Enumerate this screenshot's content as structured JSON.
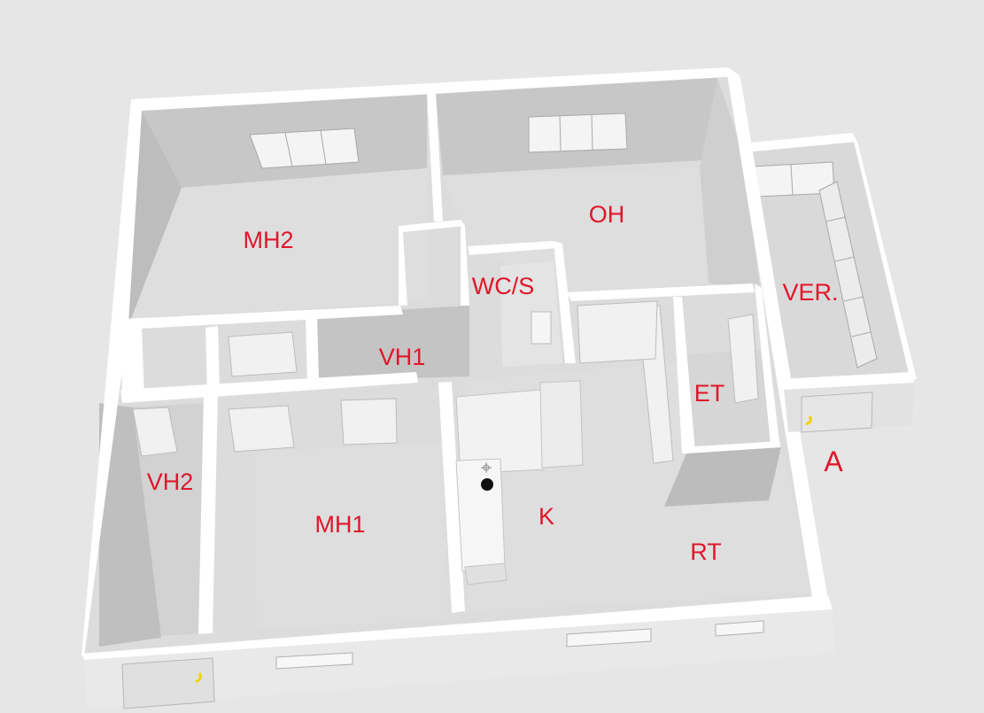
{
  "plan": {
    "rooms": [
      {
        "id": "mh2",
        "label": "MH2"
      },
      {
        "id": "oh",
        "label": "OH"
      },
      {
        "id": "wcs",
        "label": "WC/S"
      },
      {
        "id": "vh1",
        "label": "VH1"
      },
      {
        "id": "ver",
        "label": "VER."
      },
      {
        "id": "et",
        "label": "ET"
      },
      {
        "id": "a",
        "label": "A"
      },
      {
        "id": "vh2",
        "label": "VH2"
      },
      {
        "id": "mh1",
        "label": "MH1"
      },
      {
        "id": "k",
        "label": "K"
      },
      {
        "id": "rt",
        "label": "RT"
      }
    ]
  },
  "colors": {
    "background": "#e6e6e6",
    "wall_top": "#ffffff",
    "wall_side": "#c9c9c9",
    "floor": "#dedede",
    "label": "#e0162b",
    "door_handle": "#f2d200"
  }
}
